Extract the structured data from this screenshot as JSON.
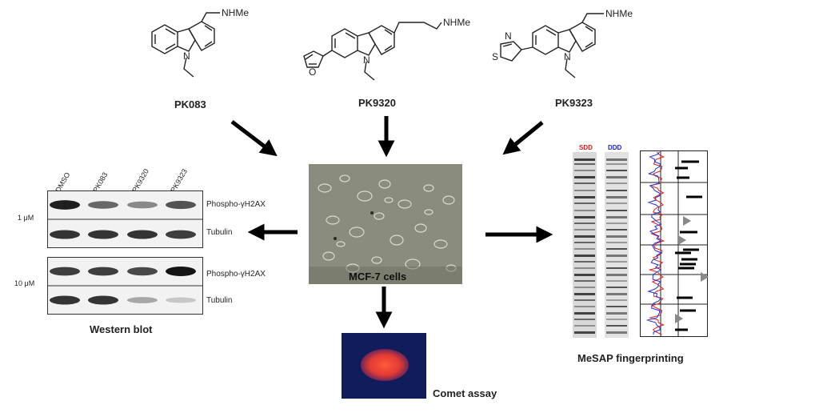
{
  "compounds": [
    {
      "name": "PK083",
      "amine_label": "NHMe",
      "ring_atom_n": "N",
      "substituent": null
    },
    {
      "name": "PK9320",
      "amine_label": "NHMe",
      "ring_atom_n": "N",
      "substituent": {
        "type": "furan",
        "hetero_atom": "O"
      }
    },
    {
      "name": "PK9323",
      "amine_label": "NHMe",
      "ring_atom_n": "N",
      "substituent": {
        "type": "thiazole",
        "hetero_atoms": [
          "N",
          "S"
        ]
      }
    }
  ],
  "center": {
    "label": "MCF-7 cells"
  },
  "western_blot": {
    "caption": "Western blot",
    "lanes": [
      "DMSO",
      "PK083",
      "PK9320",
      "PK9323"
    ],
    "panels": [
      {
        "dose": "1 μM",
        "rows": [
          {
            "label": "Phospho-γH2AX",
            "intensities": [
              0.95,
              0.6,
              0.45,
              0.7
            ]
          },
          {
            "label": "Tubulin",
            "intensities": [
              0.85,
              0.85,
              0.85,
              0.8
            ]
          }
        ]
      },
      {
        "dose": "10 μM",
        "rows": [
          {
            "label": "Phospho-γH2AX",
            "intensities": [
              0.8,
              0.8,
              0.75,
              1.0
            ]
          },
          {
            "label": "Tubulin",
            "intensities": [
              0.85,
              0.85,
              0.3,
              0.15
            ]
          }
        ]
      }
    ]
  },
  "comet": {
    "caption": "Comet assay"
  },
  "mesap": {
    "caption": "MeSAP fingerprinting",
    "lane_labels": [
      "SDD",
      "DDD"
    ],
    "lane_colors": [
      "#d42020",
      "#2020d4"
    ]
  },
  "colors": {
    "arrow": "#000000",
    "trace_red": "#e02020",
    "trace_blue": "#2030e0",
    "marker_gray": "#888888"
  }
}
